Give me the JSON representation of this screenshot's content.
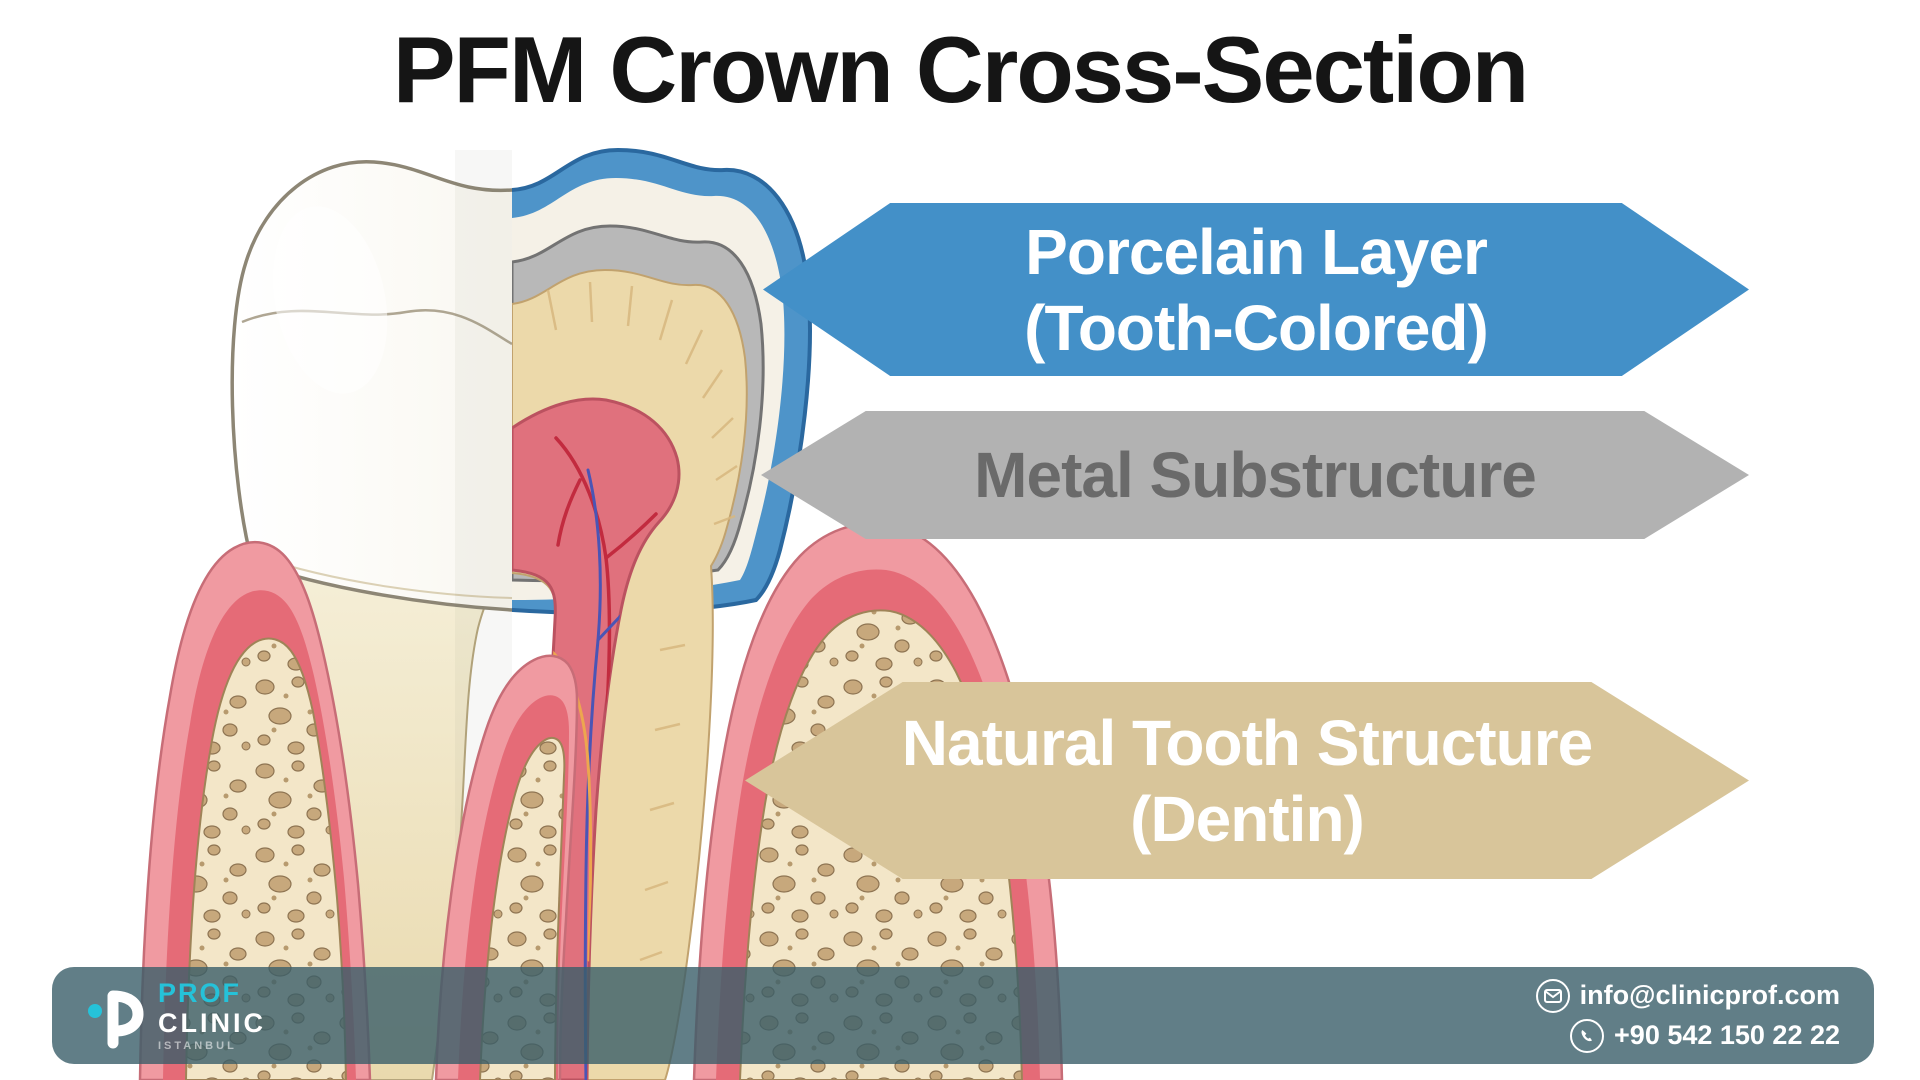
{
  "title": "PFM Crown Cross-Section",
  "banners": [
    {
      "line1": "Porcelain Layer",
      "line2": "(Tooth-Colored)",
      "fill": "#4390c8",
      "text_color": "#ffffff"
    },
    {
      "line1": "Metal Substructure",
      "line2": "",
      "fill": "#b2b2b2",
      "text_color": "#6a6a6a"
    },
    {
      "line1": "Natural Tooth Structure",
      "line2": "(Dentin)",
      "fill": "#d8c59a",
      "text_color": "#ffffff"
    }
  ],
  "footer": {
    "bar_color": "#5d7f88",
    "logo": {
      "mark": "P",
      "brand_top": "PROF",
      "brand_bottom": "CLINIC",
      "brand_sub": "ISTANBUL",
      "accent_color": "#25c2d9"
    },
    "contact": {
      "email": "info@clinicprof.com",
      "phone": "+90 542 150 22 22"
    }
  },
  "illustration": {
    "subject": "PFM crown molar cross-section: left half whole tooth, right half layered cutaway with gums and bone",
    "colors": {
      "porcelain_blue": "#4390c8",
      "metal_gray": "#b2b2b2",
      "dentin_tan": "#ecd9aa",
      "pulp_pink": "#e0717d",
      "gum_pink": "#f09aa1",
      "bone_cream": "#f3e6c8"
    }
  }
}
